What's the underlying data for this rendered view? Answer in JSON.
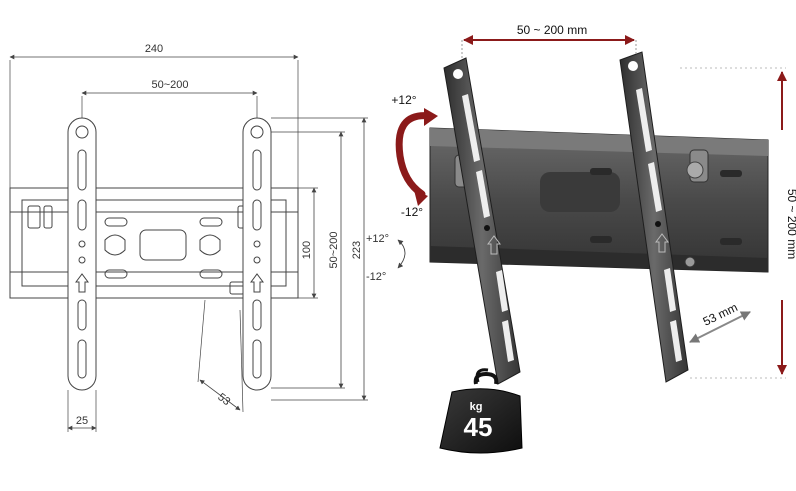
{
  "technical_drawing": {
    "overall_width": "240",
    "vesa_horizontal": "50~200",
    "height_100": "100",
    "vesa_vertical": "50~200",
    "overall_height": "223",
    "depth": "53",
    "arm_width": "25",
    "tilt_up": "+12°",
    "tilt_down": "-12°"
  },
  "product_photo": {
    "vesa_horizontal": "50 ~ 200 mm",
    "vesa_vertical": "50 ~ 200 mm",
    "depth": "53 mm",
    "tilt_up": "+12°",
    "tilt_down": "-12°",
    "weight_unit": "kg",
    "weight_value": "45"
  },
  "colors": {
    "line": "#444444",
    "metal_dark": "#3c3c3c",
    "metal_mid": "#5a5a5a",
    "metal_light": "#8a8a8a",
    "arrow_red": "#8b1a1a",
    "weight_black": "#1a1a1a"
  }
}
